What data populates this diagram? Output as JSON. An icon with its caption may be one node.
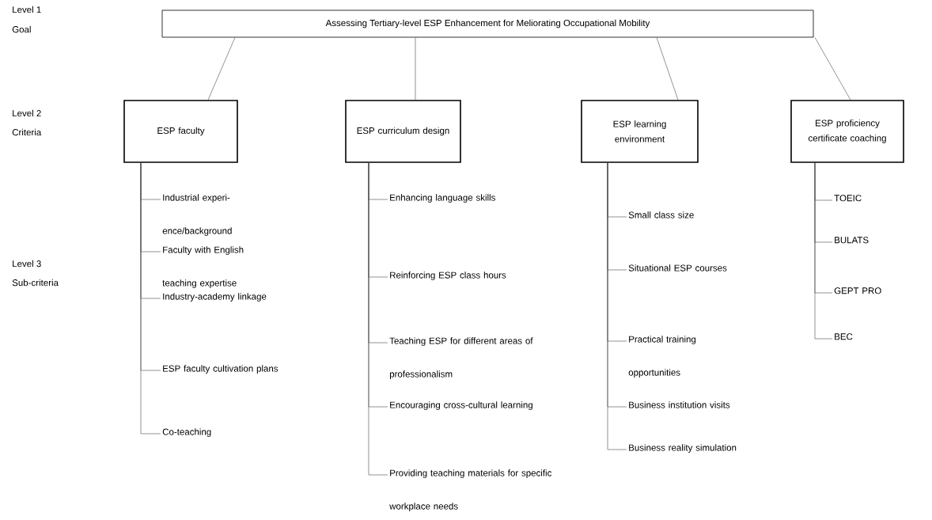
{
  "diagram": {
    "nodes": [
      {
        "text": [
          "Assessing Tertiary-level ESP Enhancement for Meliorating Occupational Mobility"
        ]
      },
      {
        "text": [
          "ESP faculty"
        ]
      },
      {
        "text": [
          "ESP curriculum design"
        ]
      },
      {
        "text": [
          "ESP learning environment"
        ]
      },
      {
        "text": [
          "ESP proficiency certificate coaching"
        ]
      },
      {
        "text": [
          "Industrial experi- ence/background"
        ]
      },
      {
        "text": [
          "Faculty with English teaching expertise"
        ]
      },
      {
        "text": [
          "Industry-academy linkage"
        ]
      },
      {
        "text": [
          "ESP faculty cultivation plans"
        ]
      },
      {
        "text": [
          "Co-teaching"
        ]
      },
      {
        "text": [
          "Enhancing language skills"
        ]
      },
      {
        "text": [
          "Reinforcing ESP class hours"
        ]
      },
      {
        "text": [
          "Teaching ESP for different areas of professionalism"
        ]
      },
      {
        "text": [
          "Encouraging cross-cultural learning"
        ]
      },
      {
        "text": [
          "Providing teaching materials for specific workplace needs"
        ]
      },
      {
        "text": [
          "Small class size"
        ]
      },
      {
        "text": [
          "Situational ESP courses"
        ]
      },
      {
        "text": [
          "Practical training opportunities"
        ]
      },
      {
        "text": [
          "Business institution visits"
        ]
      },
      {
        "text": [
          "Business reality simulation"
        ]
      },
      {
        "text": [
          "TOEIC"
        ]
      },
      {
        "text": [
          "BULATS"
        ]
      },
      {
        "text": [
          "GEPT PRO"
        ]
      },
      {
        "text": [
          "BEC"
        ]
      }
    ],
    "edges": [
      {
        "from": 0,
        "to": 1,
        "arrow": "none"
      },
      {
        "from": 0,
        "to": 2,
        "arrow": "none"
      },
      {
        "from": 0,
        "to": 3,
        "arrow": "none"
      },
      {
        "from": 0,
        "to": 4,
        "arrow": "none"
      },
      {
        "from": 1,
        "to": 5,
        "arrow": "none"
      },
      {
        "from": 1,
        "to": 6,
        "arrow": "none"
      },
      {
        "from": 1,
        "to": 7,
        "arrow": "none"
      },
      {
        "from": 1,
        "to": 8,
        "arrow": "none"
      },
      {
        "from": 1,
        "to": 9,
        "arrow": "none"
      },
      {
        "from": 2,
        "to": 10,
        "arrow": "none"
      },
      {
        "from": 2,
        "to": 11,
        "arrow": "none"
      },
      {
        "from": 2,
        "to": 12,
        "arrow": "none"
      },
      {
        "from": 2,
        "to": 13,
        "arrow": "none"
      },
      {
        "from": 2,
        "to": 14,
        "arrow": "none"
      },
      {
        "from": 3,
        "to": 15,
        "arrow": "none"
      },
      {
        "from": 3,
        "to": 16,
        "arrow": "none"
      },
      {
        "from": 3,
        "to": 17,
        "arrow": "none"
      },
      {
        "from": 3,
        "to": 18,
        "arrow": "none"
      },
      {
        "from": 3,
        "to": 19,
        "arrow": "none"
      },
      {
        "from": 4,
        "to": 20,
        "arrow": "none"
      },
      {
        "from": 4,
        "to": 21,
        "arrow": "none"
      },
      {
        "from": 4,
        "to": 22,
        "arrow": "none"
      },
      {
        "from": 4,
        "to": 23,
        "arrow": "none"
      }
    ],
    "labels": [
      "Level 1",
      "Goal",
      "Level 2",
      "Criteria",
      "Level 3",
      "Sub-criteria"
    ]
  }
}
